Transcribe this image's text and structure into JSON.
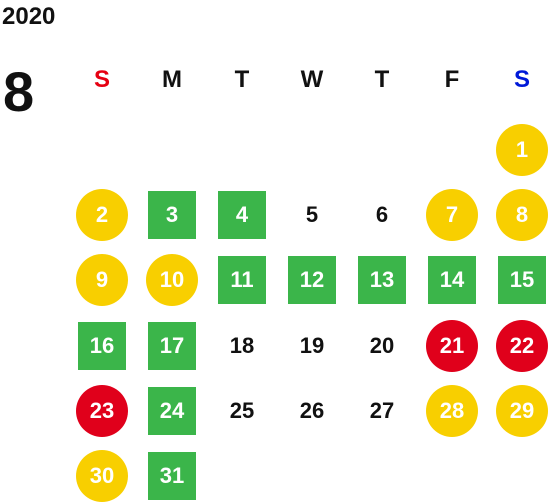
{
  "calendar": {
    "year": "2020",
    "month": "8",
    "weekdays": [
      {
        "label": "S",
        "color": "#e60012"
      },
      {
        "label": "M",
        "color": "#111111"
      },
      {
        "label": "T",
        "color": "#111111"
      },
      {
        "label": "W",
        "color": "#111111"
      },
      {
        "label": "T",
        "color": "#111111"
      },
      {
        "label": "F",
        "color": "#111111"
      },
      {
        "label": "S",
        "color": "#0019d8"
      }
    ],
    "colors": {
      "yellow": "#f8cf00",
      "red": "#e0001b",
      "green": "#3bb54a"
    },
    "days": [
      {
        "day": "1",
        "row": 0,
        "col": 6,
        "style": "circle-yellow"
      },
      {
        "day": "2",
        "row": 1,
        "col": 0,
        "style": "circle-yellow"
      },
      {
        "day": "3",
        "row": 1,
        "col": 1,
        "style": "square-green"
      },
      {
        "day": "4",
        "row": 1,
        "col": 2,
        "style": "square-green"
      },
      {
        "day": "5",
        "row": 1,
        "col": 3,
        "style": "plain"
      },
      {
        "day": "6",
        "row": 1,
        "col": 4,
        "style": "plain"
      },
      {
        "day": "7",
        "row": 1,
        "col": 5,
        "style": "circle-yellow"
      },
      {
        "day": "8",
        "row": 1,
        "col": 6,
        "style": "circle-yellow"
      },
      {
        "day": "9",
        "row": 2,
        "col": 0,
        "style": "circle-yellow"
      },
      {
        "day": "10",
        "row": 2,
        "col": 1,
        "style": "circle-yellow"
      },
      {
        "day": "11",
        "row": 2,
        "col": 2,
        "style": "square-green"
      },
      {
        "day": "12",
        "row": 2,
        "col": 3,
        "style": "square-green"
      },
      {
        "day": "13",
        "row": 2,
        "col": 4,
        "style": "square-green"
      },
      {
        "day": "14",
        "row": 2,
        "col": 5,
        "style": "square-green"
      },
      {
        "day": "15",
        "row": 2,
        "col": 6,
        "style": "square-green"
      },
      {
        "day": "16",
        "row": 3,
        "col": 0,
        "style": "square-green"
      },
      {
        "day": "17",
        "row": 3,
        "col": 1,
        "style": "square-green"
      },
      {
        "day": "18",
        "row": 3,
        "col": 2,
        "style": "plain"
      },
      {
        "day": "19",
        "row": 3,
        "col": 3,
        "style": "plain"
      },
      {
        "day": "20",
        "row": 3,
        "col": 4,
        "style": "plain"
      },
      {
        "day": "21",
        "row": 3,
        "col": 5,
        "style": "circle-red"
      },
      {
        "day": "22",
        "row": 3,
        "col": 6,
        "style": "circle-red"
      },
      {
        "day": "23",
        "row": 4,
        "col": 0,
        "style": "circle-red"
      },
      {
        "day": "24",
        "row": 4,
        "col": 1,
        "style": "square-green"
      },
      {
        "day": "25",
        "row": 4,
        "col": 2,
        "style": "plain"
      },
      {
        "day": "26",
        "row": 4,
        "col": 3,
        "style": "plain"
      },
      {
        "day": "27",
        "row": 4,
        "col": 4,
        "style": "plain"
      },
      {
        "day": "28",
        "row": 4,
        "col": 5,
        "style": "circle-yellow"
      },
      {
        "day": "29",
        "row": 4,
        "col": 6,
        "style": "circle-yellow"
      },
      {
        "day": "30",
        "row": 5,
        "col": 0,
        "style": "circle-yellow"
      },
      {
        "day": "31",
        "row": 5,
        "col": 1,
        "style": "square-green"
      }
    ]
  }
}
